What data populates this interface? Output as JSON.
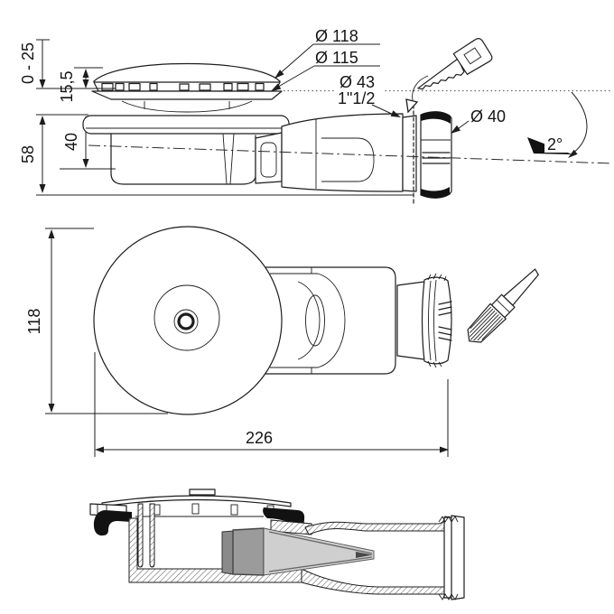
{
  "drawing": {
    "kind": "technical-drawing",
    "subject": "extra-flat shower drain trap, three views with dimensions",
    "background": "#ffffff",
    "line_color": "#1d1d1d"
  },
  "dimensions": {
    "side_view": {
      "install_depth": "0 - 25",
      "cover_height": "15,5",
      "body_height": "40",
      "total_height": "58",
      "cover_diameter": "Ø 118",
      "disc_diameter": "Ø 115",
      "pipe_diameter": "Ø 43",
      "pipe_thread": "1\"1/2",
      "nut_diameter": "Ø 40",
      "slope_angle": "2°"
    },
    "top_view": {
      "cover_diameter": "118",
      "total_length": "226"
    }
  },
  "icons": {
    "saw": "hand-saw (cut pipe to length)",
    "brush": "brush (apply glue)"
  },
  "colors": {
    "membrane_light": "#cfcfcf",
    "membrane_mid": "#9b9b9b",
    "membrane_edge": "#8a8a8a",
    "membrane_dark": "#4a4a4a",
    "gasket_black": "#121212"
  }
}
